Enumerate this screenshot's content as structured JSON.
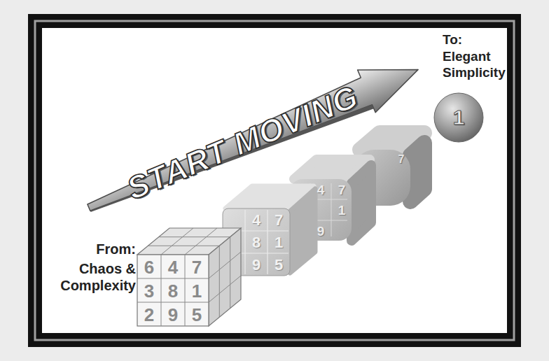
{
  "diagram": {
    "nodes": [
      {
        "text": [
          "START MOVING"
        ]
      },
      {
        "text": [
          "1"
        ]
      }
    ],
    "labels": [
      "From:",
      "Chaos & Complexity",
      "To:",
      "Elegant Simplicity",
      "6",
      "4",
      "7",
      "3",
      "8",
      "1",
      "2",
      "9",
      "5",
      "4",
      "7",
      "8",
      "1",
      "9",
      "5",
      "4",
      "7",
      "1",
      "9",
      "7"
    ]
  }
}
